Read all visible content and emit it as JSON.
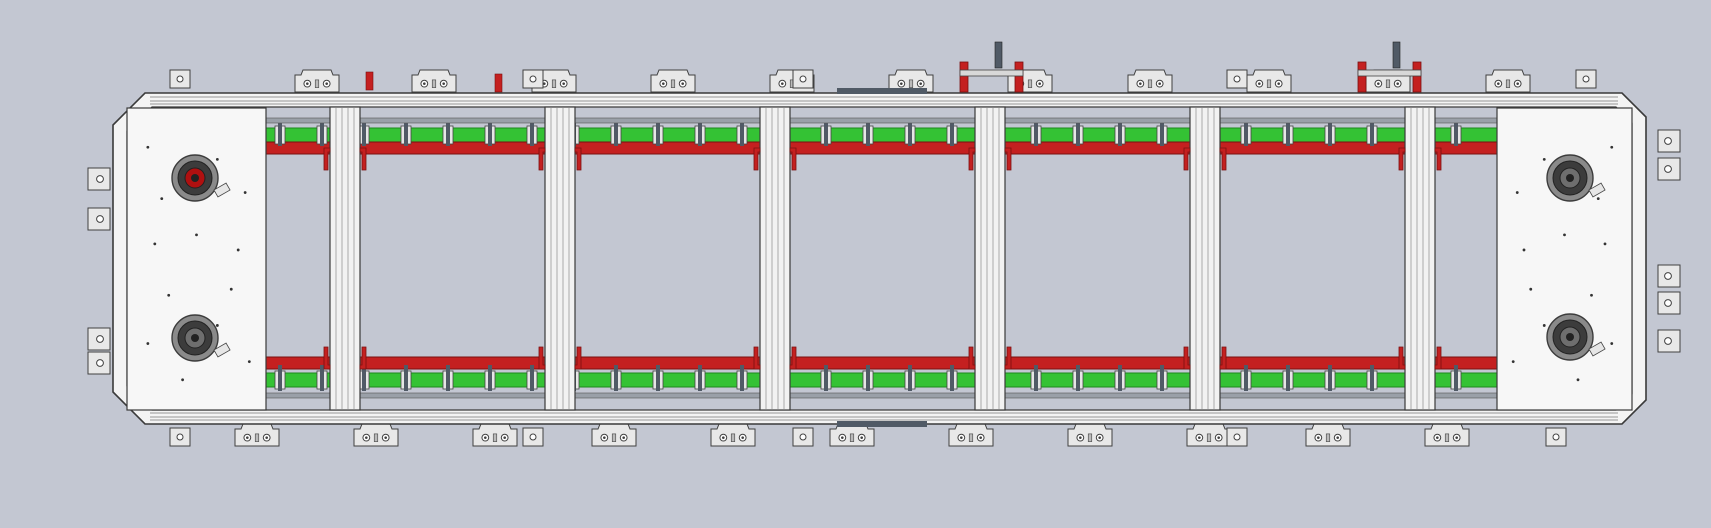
{
  "view": {
    "background": "#c3c7d2"
  },
  "palette": {
    "frame_fill": "#f4f4f4",
    "frame_stroke": "#3a3a3a",
    "plate_fill": "#f7f7f7",
    "rail_green": "#34c234",
    "rail_green_dark": "#1d8a1d",
    "rail_red": "#c42020",
    "rail_red_dark": "#7a1010",
    "bracket_fill": "#e8e8e8",
    "bracket_stroke": "#404040",
    "dark_part": "#505a66",
    "bearing_dark": "#3c3c3c",
    "bearing_mid": "#8a8a8a",
    "bearing_accent": "#b01010"
  },
  "assembly": {
    "top_view_of": "conveyor frame",
    "crossbar_count": 6,
    "end_plate_count": 2,
    "bearing_count": 4,
    "icons": [
      "bearing-icon",
      "bracket-icon",
      "crossbar-icon",
      "rail-icon"
    ]
  }
}
